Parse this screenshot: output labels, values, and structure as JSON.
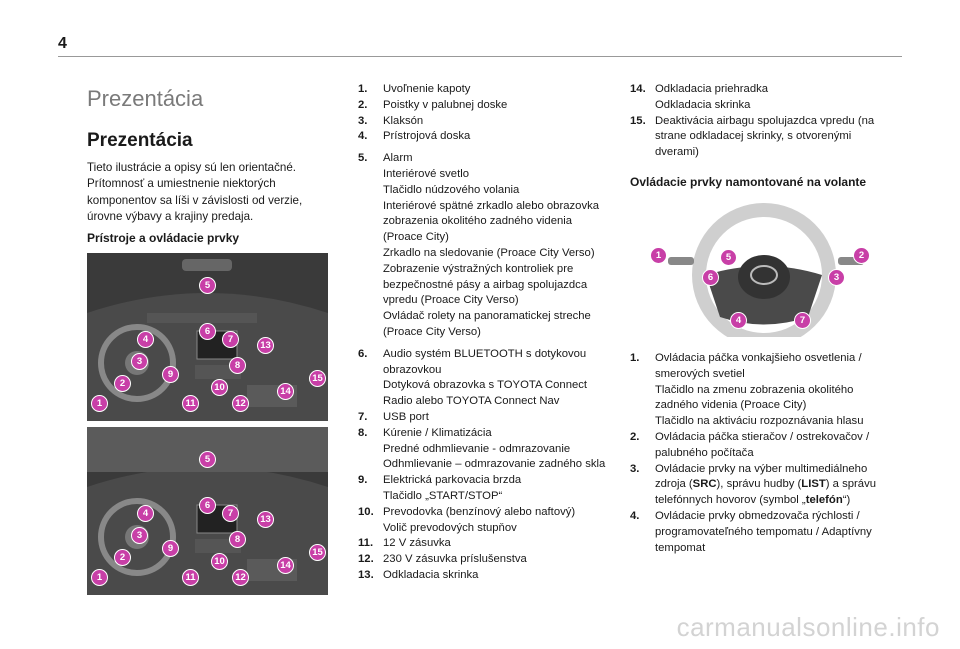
{
  "page_number": "4",
  "left": {
    "big_title": "Prezentácia",
    "section_title": "Prezentácia",
    "intro": "Tieto ilustrácie a opisy sú len orientačné. Prítomnosť a umiestnenie niektorých komponentov sa líši v závislosti od verzie, úrovne výbavy a krajiny predaja.",
    "subheading": "Prístroje a ovládacie prvky",
    "callouts": [
      "1",
      "2",
      "3",
      "4",
      "5",
      "6",
      "7",
      "8",
      "9",
      "10",
      "11",
      "12",
      "13",
      "14",
      "15"
    ]
  },
  "middle_items": [
    {
      "num": "1.",
      "lines": [
        "Uvoľnenie kapoty"
      ]
    },
    {
      "num": "2.",
      "lines": [
        "Poistky v palubnej doske"
      ]
    },
    {
      "num": "3.",
      "lines": [
        "Klaksón"
      ]
    },
    {
      "num": "4.",
      "lines": [
        "Prístrojová doska"
      ]
    },
    {
      "num": "5.",
      "lines": [
        "Alarm",
        "Interiérové svetlo",
        "Tlačidlo núdzového volania",
        "Interiérové spätné zrkadlo alebo obrazovka zobrazenia okolitého zadného videnia (Proace City)",
        "Zrkadlo na sledovanie (Proace City Verso)",
        "Zobrazenie výstražných kontroliek pre bezpečnostné pásy a airbag spolujazdca vpredu (Proace City Verso)",
        "Ovládač rolety na panoramatickej streche (Proace City Verso)"
      ]
    },
    {
      "num": "6.",
      "lines": [
        "Audio systém BLUETOOTH s dotykovou obrazovkou",
        "Dotyková obrazovka s TOYOTA Connect Radio alebo TOYOTA Connect Nav"
      ]
    },
    {
      "num": "7.",
      "lines": [
        "USB port"
      ]
    },
    {
      "num": "8.",
      "lines": [
        "Kúrenie / Klimatizácia",
        "Predné odhmlievanie - odmrazovanie",
        "Odhmlievanie – odmrazovanie zadného skla"
      ]
    },
    {
      "num": "9.",
      "lines": [
        "Elektrická parkovacia brzda",
        "Tlačidlo „START/STOP“"
      ]
    },
    {
      "num": "10.",
      "lines": [
        "Prevodovka (benzínový alebo naftový)",
        "Volič prevodových stupňov"
      ]
    },
    {
      "num": "11.",
      "lines": [
        "12 V zásuvka"
      ]
    },
    {
      "num": "12.",
      "lines": [
        "230 V zásuvka príslušenstva"
      ]
    },
    {
      "num": "13.",
      "lines": [
        "Odkladacia skrinka"
      ]
    }
  ],
  "right_items_top": [
    {
      "num": "14.",
      "lines": [
        "Odkladacia priehradka",
        "Odkladacia skrinka"
      ]
    },
    {
      "num": "15.",
      "lines": [
        "Deaktivácia airbagu spolujazdca vpredu (na strane odkladacej skrinky, s otvorenými dverami)"
      ]
    }
  ],
  "wheel_heading": "Ovládacie prvky namontované na volante",
  "wheel_callouts": [
    "1",
    "2",
    "3",
    "4",
    "5",
    "6",
    "7"
  ],
  "right_items_bottom": [
    {
      "num": "1.",
      "lines": [
        "Ovládacia páčka vonkajšieho osvetlenia / smerových svetiel",
        "Tlačidlo na zmenu zobrazenia okolitého zadného videnia (Proace City)",
        "Tlačidlo na aktiváciu rozpoznávania hlasu"
      ]
    },
    {
      "num": "2.",
      "lines": [
        "Ovládacia páčka stieračov / ostrekovačov / palubného počítača"
      ]
    },
    {
      "num": "3.",
      "rich": [
        [
          "Ovládacie prvky na výber multimediálneho zdroja (",
          false
        ],
        [
          "SRC",
          true
        ],
        [
          "), správu hudby (",
          false
        ],
        [
          "LIST",
          true
        ],
        [
          ") a správu telefónnych hovorov (symbol „",
          false
        ],
        [
          "telefón",
          true
        ],
        [
          "“)",
          false
        ]
      ]
    },
    {
      "num": "4.",
      "lines": [
        "Ovládacie prvky obmedzovača rýchlosti / programovateľného tempomatu / Adaptívny tempomat"
      ]
    }
  ],
  "watermark": "carmanualsonline.info",
  "colors": {
    "callout": "#c83fa7",
    "photo_bg": "#2b2b2b"
  }
}
